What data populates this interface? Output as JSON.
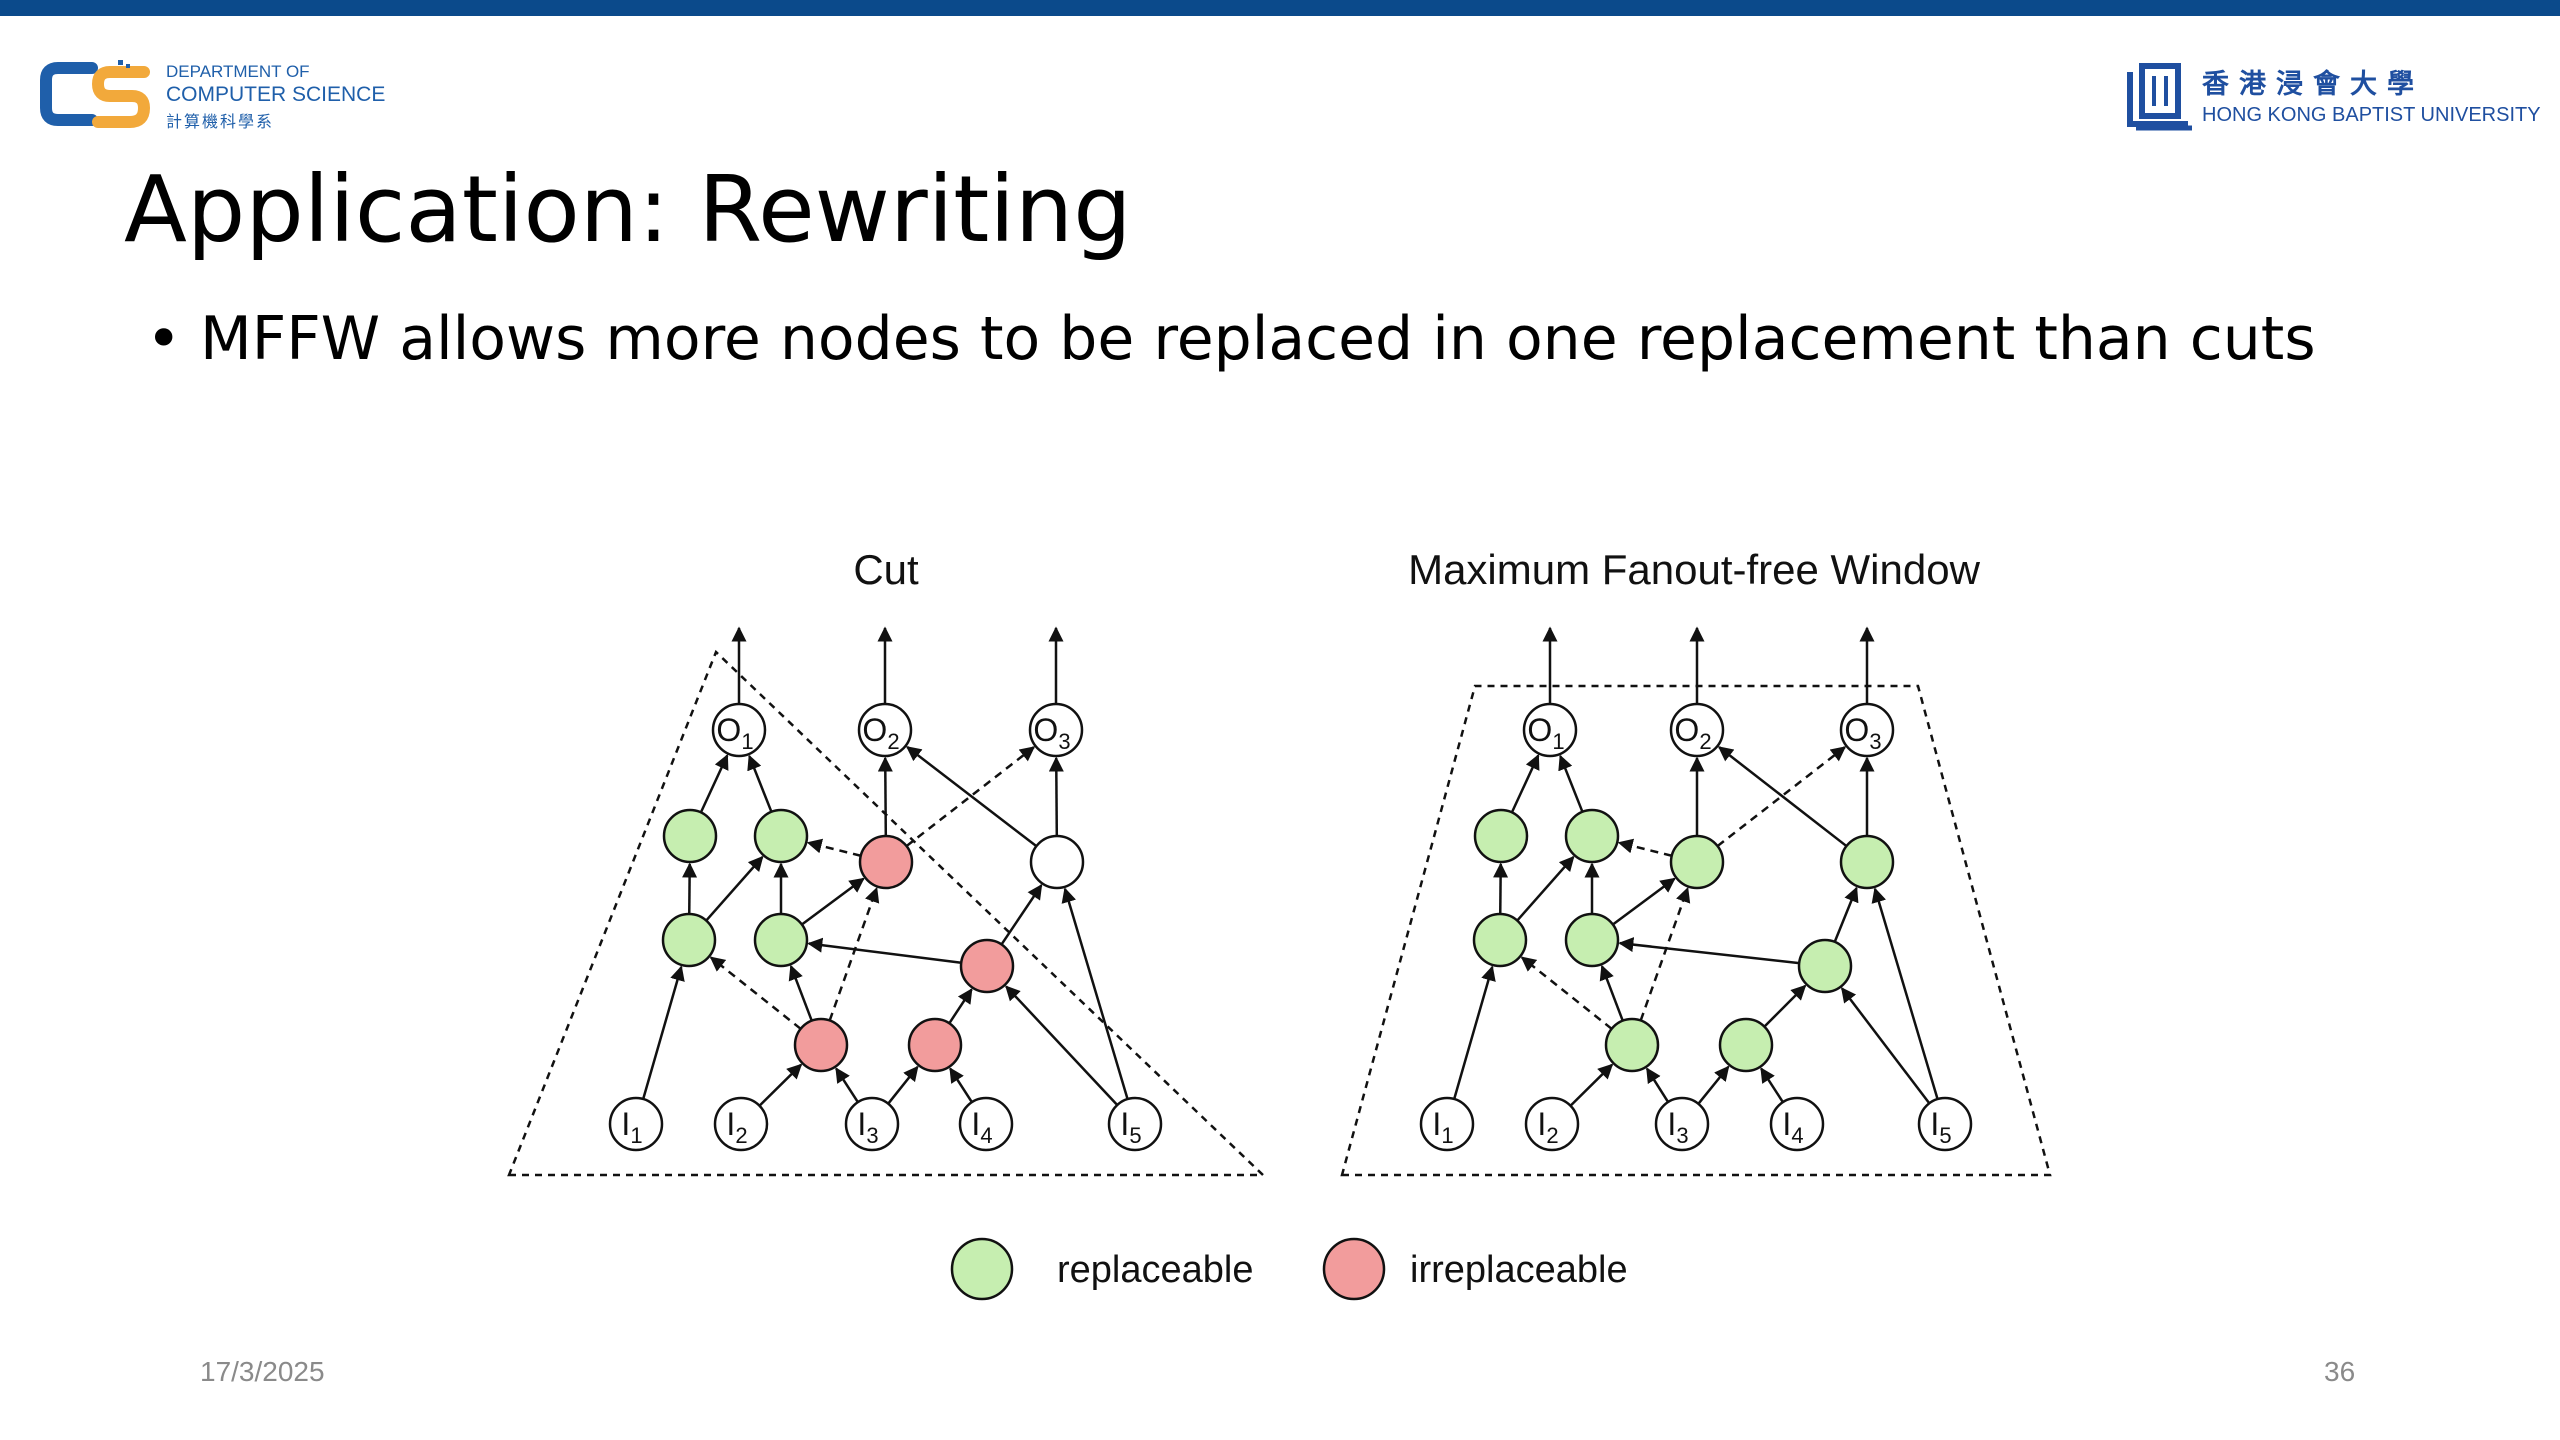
{
  "header": {
    "department_line1": "DEPARTMENT OF",
    "department_line2": "COMPUTER SCIENCE",
    "department_line3": "計算機科學系",
    "university_chinese": "香港浸會大學",
    "university_english": "HONG KONG BAPTIST UNIVERSITY"
  },
  "title": "Application: Rewriting",
  "bullet": "MFFW allows more nodes to be replaced in one replacement than cuts",
  "diagram": {
    "panels": [
      {
        "id": "cut",
        "title": "Cut"
      },
      {
        "id": "mffw",
        "title": "Maximum Fanout-free Window"
      }
    ],
    "output_labels": [
      {
        "letter": "O",
        "sub": "1"
      },
      {
        "letter": "O",
        "sub": "2"
      },
      {
        "letter": "O",
        "sub": "3"
      }
    ],
    "input_labels": [
      {
        "letter": "I",
        "sub": "1"
      },
      {
        "letter": "I",
        "sub": "2"
      },
      {
        "letter": "I",
        "sub": "3"
      },
      {
        "letter": "I",
        "sub": "4"
      },
      {
        "letter": "I",
        "sub": "5"
      }
    ],
    "legend": [
      {
        "label": "replaceable",
        "color": "#c6eeb0"
      },
      {
        "label": "irreplaceable",
        "color": "#f29c9c"
      }
    ]
  },
  "footer": {
    "date": "17/3/2025",
    "page_number": "36"
  }
}
